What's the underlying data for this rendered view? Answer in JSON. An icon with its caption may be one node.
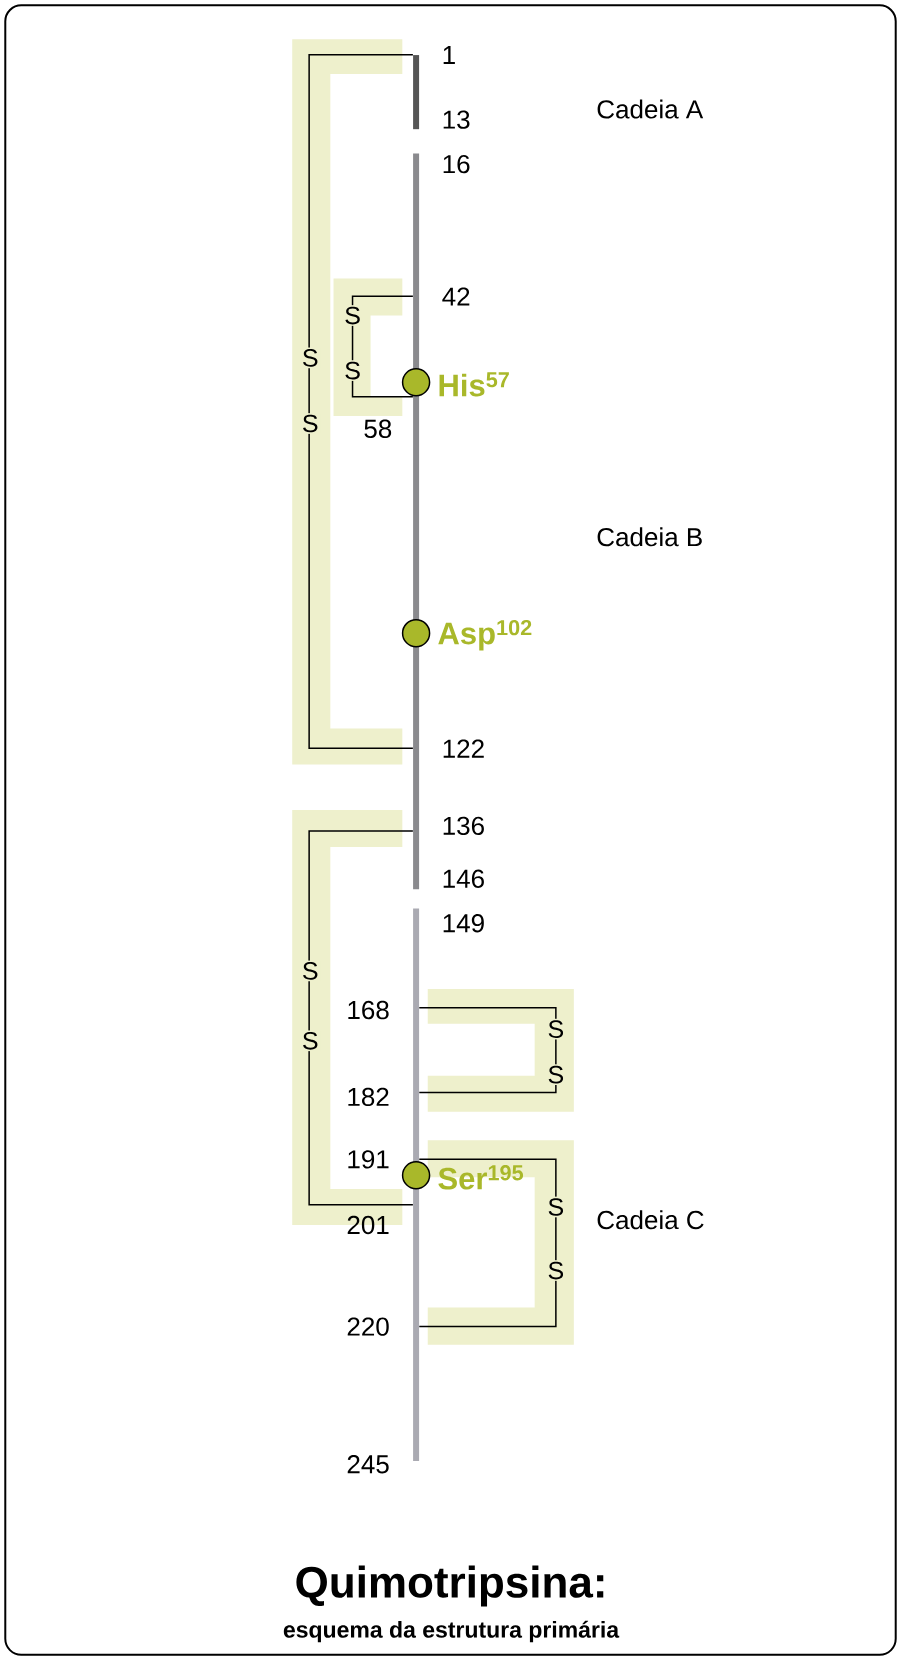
{
  "diagram": {
    "title": "Quimotripsina:",
    "caption": "esquema da estrutura primária",
    "nodes": [
      {
        "text": [],
        "shape": "bar"
      },
      {
        "text": [],
        "shape": "bar"
      },
      {
        "text": [],
        "shape": "circle",
        "beside": [
          "His$^{57}$"
        ]
      },
      {
        "text": [],
        "shape": "circle",
        "beside": [
          "Asp$^{102}$"
        ]
      },
      {
        "text": [],
        "shape": "bar"
      },
      {
        "text": [],
        "shape": "circle",
        "beside": [
          "Ser$^{195}$"
        ]
      }
    ],
    "edges": [
      {
        "from": 0,
        "to": 1,
        "arrow": "none"
      },
      {
        "from": 1,
        "to": 1,
        "arrow": "none"
      },
      {
        "from": 1,
        "to": 4,
        "arrow": "none"
      },
      {
        "from": 4,
        "to": 4,
        "arrow": "none"
      },
      {
        "from": 4,
        "to": 4,
        "arrow": "none"
      }
    ],
    "labels": [
      "1",
      "Cadeia A",
      "13",
      "16",
      "42",
      "S",
      "S",
      "S",
      "58",
      "S",
      "Cadeia B",
      "122",
      "136",
      "146",
      "149",
      "S",
      "168",
      "S",
      "S",
      "S",
      "182",
      "191",
      "S",
      "Cadeia C",
      "201",
      "S",
      "220",
      "245"
    ]
  }
}
